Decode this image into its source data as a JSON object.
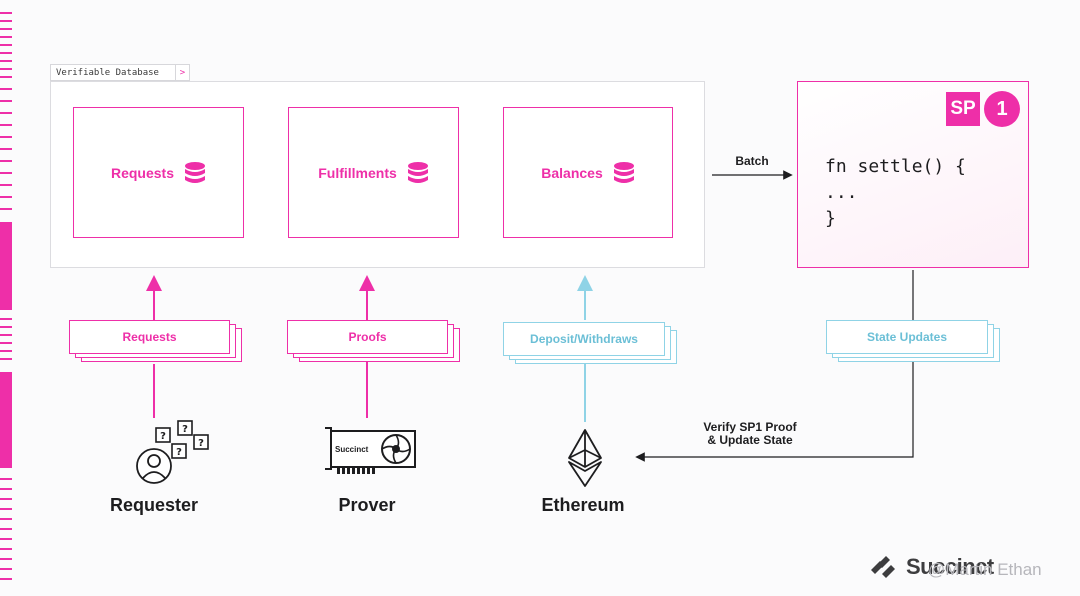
{
  "database": {
    "tab_label": "Verifiable Database",
    "tab_chevron": ">",
    "tables": [
      {
        "label": "Requests",
        "icon": "database-icon"
      },
      {
        "label": "Fulfillments",
        "icon": "database-icon"
      },
      {
        "label": "Balances",
        "icon": "database-icon"
      }
    ]
  },
  "flows": {
    "batch": "Batch",
    "requests": "Requests",
    "proofs": "Proofs",
    "deposit_withdraws": "Deposit/Withdraws",
    "state_updates": "State Updates",
    "verify_line1": "Verify SP1 Proof",
    "verify_line2": "& Update State"
  },
  "sp1": {
    "logo_sp": "SP",
    "logo_one": "1",
    "code": [
      "fn settle() {",
      "...",
      "}"
    ]
  },
  "actors": {
    "requester": "Requester",
    "prover": "Prover",
    "ethereum": "Ethereum",
    "gpu_brand": "Succinct"
  },
  "watermark": {
    "brand": "Succinct",
    "ghost_text": "@Martin Ethan"
  },
  "colors": {
    "pink": "#ee2fa8",
    "light_blue": "#8fd3e6",
    "text": "#1d1d1f"
  }
}
